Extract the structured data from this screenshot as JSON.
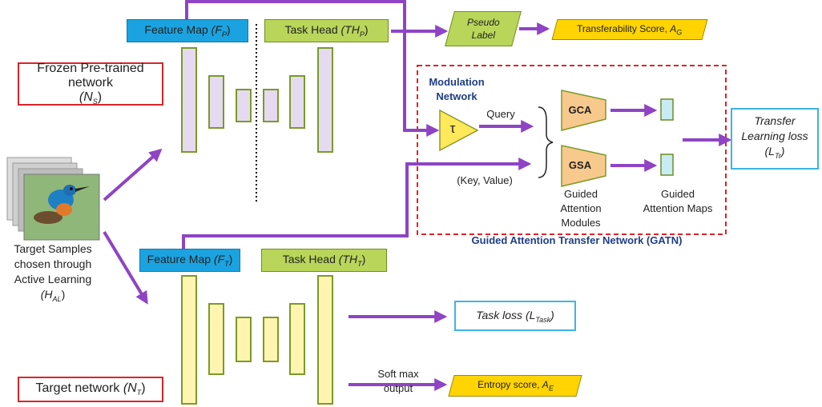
{
  "frozen_network": {
    "label": "Frozen Pre-trained network",
    "symbol": "(N",
    "sub": "S",
    "close": ")"
  },
  "target_network": {
    "label": "Target network",
    "symbol": "(N",
    "sub": "T",
    "close": ")"
  },
  "feature_map_p": {
    "label": "Feature Map",
    "symbol": "(F",
    "sub": "P",
    "close": ")"
  },
  "task_head_p": {
    "label": "Task Head",
    "symbol": "(TH",
    "sub": "P",
    "close": ")"
  },
  "feature_map_t": {
    "label": "Feature Map",
    "symbol": "(F",
    "sub": "T",
    "close": ")"
  },
  "task_head_t": {
    "label": "Task Head",
    "symbol": "(TH",
    "sub": "T",
    "close": ")"
  },
  "pseudo_label": {
    "line1": "Pseudo",
    "line2": "Label"
  },
  "transferability": {
    "label": "Transferability Score,",
    "symbol": "A",
    "sub": "G"
  },
  "entropy": {
    "label": "Entropy score,",
    "symbol": "A",
    "sub": "E"
  },
  "task_loss": {
    "label": "Task loss",
    "symbol": "(L",
    "sub": "Task",
    "close": ")"
  },
  "transfer_loss": {
    "line1": "Transfer",
    "line2": "Learning loss",
    "symbol": "(L",
    "sub": "Tr",
    "close": ")"
  },
  "modulation": {
    "line1": "Modulation",
    "line2": "Network"
  },
  "tau": "τ",
  "query": "Query",
  "key_value": "(Key, Value)",
  "gca": "GCA",
  "gsa": "GSA",
  "guided_modules": {
    "line1": "Guided",
    "line2": "Attention",
    "line3": "Modules"
  },
  "guided_maps": {
    "line1": "Guided",
    "line2": "Attention Maps"
  },
  "gatn_title": "Guided Attention Transfer Network (GATN)",
  "samples": {
    "line1": "Target Samples",
    "line2": "chosen through",
    "line3": "Active Learning",
    "symbol": "(H",
    "sub": "AL",
    "close": ")"
  },
  "softmax": {
    "line1": "Soft max",
    "line2": "output"
  },
  "colors": {
    "arrow": "#8e44c4",
    "gatn_border": "#d9252a",
    "feature_blue": "#1aa3e0",
    "task_green": "#b9d65a",
    "score_yellow": "#ffd400",
    "layer_purple": "#e6daf0",
    "layer_yellow": "#fff5b0",
    "attention_orange": "#f8c98c",
    "map_cyan": "#c8ecf4"
  }
}
